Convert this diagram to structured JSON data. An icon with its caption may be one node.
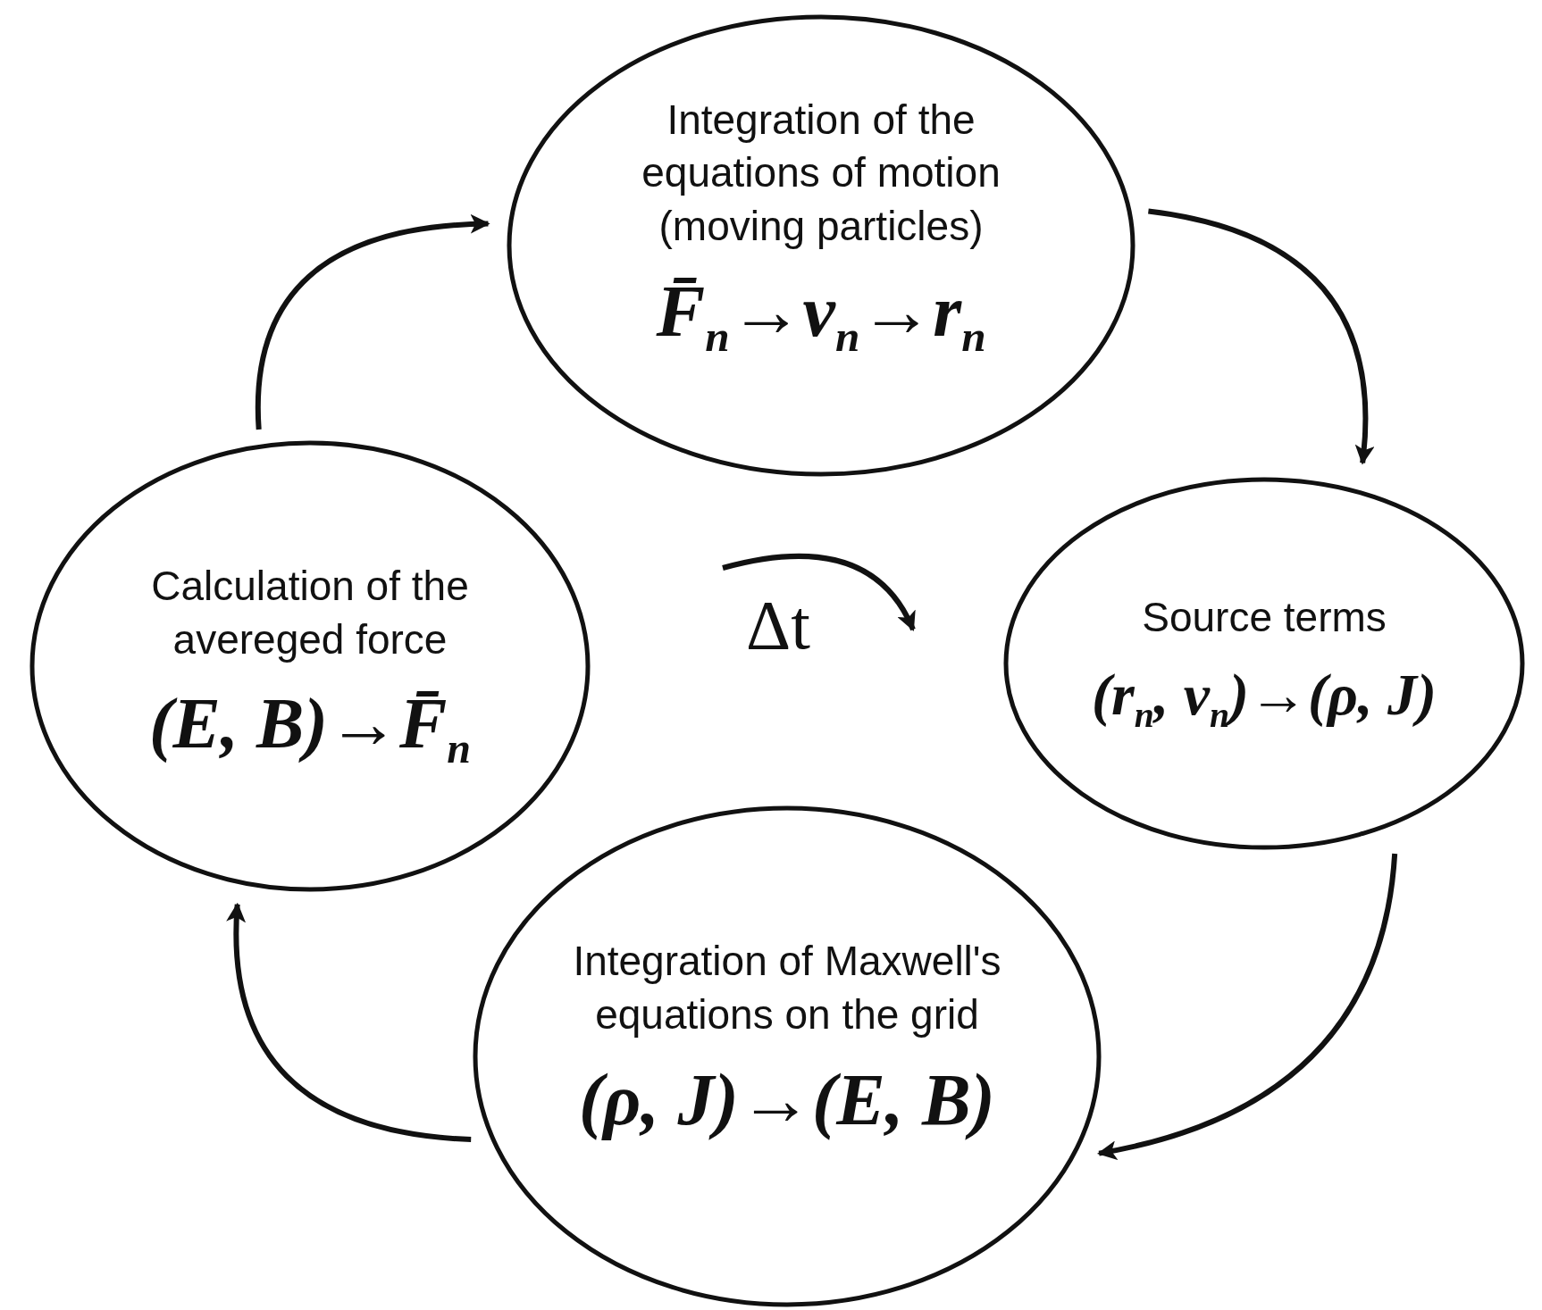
{
  "diagram": {
    "nodes": [
      {
        "text": [
          "Integration of the equations of motion (moving particles)",
          "F̄$_{n}$→v$_{n}$→r$_{n}$"
        ]
      },
      {
        "text": [
          "Calculation of the avereged force",
          "(E, B)→F̄$_{n}$"
        ]
      },
      {
        "text": [
          "Source terms",
          "(r$_{n}$, v$_{n}$)→(ρ, J)"
        ]
      },
      {
        "text": [
          "Integration of Maxwell's equations on the grid",
          "(ρ, J)→(E, B)"
        ]
      }
    ],
    "edges": [
      {
        "from": 1,
        "to": 0,
        "arrow": "to"
      },
      {
        "from": 0,
        "to": 2,
        "arrow": "to"
      },
      {
        "from": 2,
        "to": 3,
        "arrow": "to"
      },
      {
        "from": 3,
        "to": 1,
        "arrow": "to"
      }
    ],
    "labels": [
      "Δt"
    ]
  }
}
